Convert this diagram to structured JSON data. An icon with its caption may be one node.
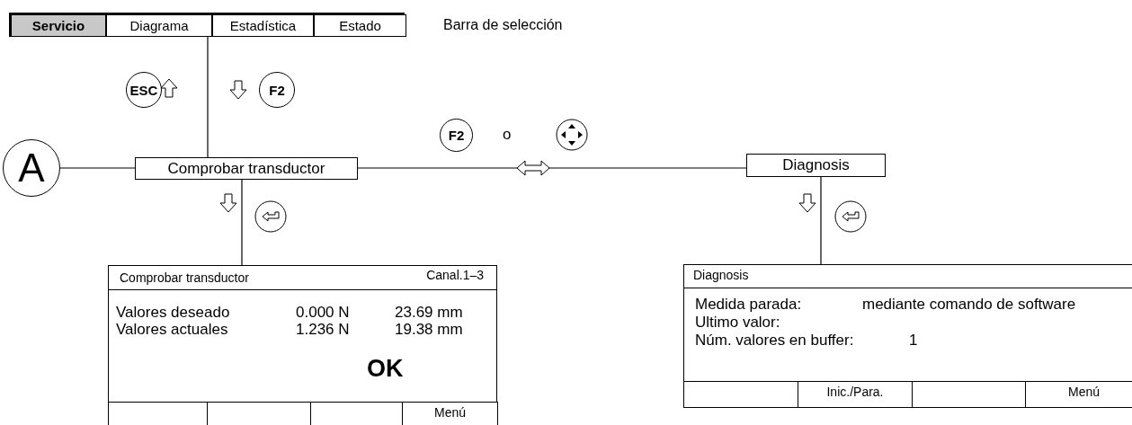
{
  "diagram": {
    "nodes": [
      {
        "text": [],
        "shape": "bar"
      },
      {
        "text": [
          "Servicio"
        ],
        "in": 0
      },
      {
        "text": [
          "Diagrama"
        ],
        "in": 0
      },
      {
        "text": [
          "Estadística"
        ],
        "in": 0
      },
      {
        "text": [
          "Estado"
        ],
        "in": 0
      },
      {
        "text": [
          "ESC"
        ]
      },
      {
        "text": [
          "F2"
        ]
      },
      {
        "text": [
          "A"
        ]
      },
      {
        "text": [
          "Comprobar transductor"
        ]
      },
      {
        "text": [
          "F2"
        ]
      },
      {
        "text": [
          "Diagnosis"
        ]
      },
      {
        "text": [
          "Comprobar transductor",
          "Canal.1–3",
          "Valores deseado",
          "0.000 N",
          "23.69 mm",
          "Valores actuales",
          "1.236 N",
          "19.38 mm",
          "OK"
        ]
      },
      {
        "text": [],
        "shape": "box",
        "in": 11
      },
      {
        "text": [],
        "shape": "box",
        "in": 11
      },
      {
        "text": [],
        "shape": "box",
        "in": 11
      },
      {
        "text": [
          "Menú"
        ],
        "in": 11
      },
      {
        "text": [
          "Diagnosis",
          "Medida parada:",
          "mediante comando de software",
          "Ultimo valor:",
          "Núm. valores en buffer:",
          "1"
        ]
      },
      {
        "text": [],
        "shape": "box",
        "in": 16
      },
      {
        "text": [
          "Inic./Para."
        ],
        "in": 16
      },
      {
        "text": [],
        "shape": "box",
        "in": 16
      },
      {
        "text": [
          "Menú"
        ],
        "in": 16
      }
    ],
    "edges": [
      {
        "from": 0,
        "to": 8,
        "arrow": "none"
      },
      {
        "from": 7,
        "to": 8,
        "arrow": "none"
      },
      {
        "from": 8,
        "to": 10,
        "arrow": "none"
      },
      {
        "from": 8,
        "to": 11,
        "arrow": "none"
      },
      {
        "from": 10,
        "to": 16,
        "arrow": "none"
      }
    ],
    "labels": [
      "Barra de selección",
      "o"
    ]
  }
}
